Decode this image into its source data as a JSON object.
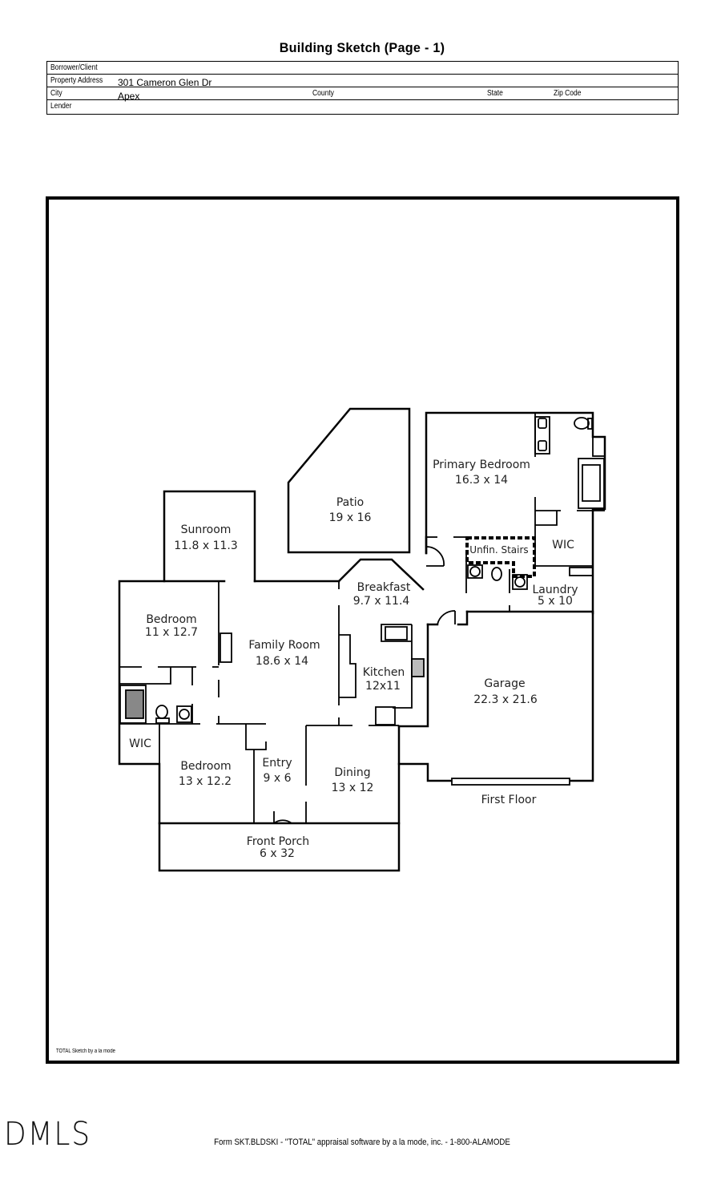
{
  "header": {
    "title": "Building Sketch (Page - 1)"
  },
  "info": {
    "borrower_label": "Borrower/Client",
    "borrower_value": "",
    "address_label": "Property Address",
    "address_value": "301 Cameron Glen Dr",
    "city_label": "City",
    "city_value": "Apex",
    "county_label": "County",
    "county_value": "",
    "state_label": "State",
    "state_value": "",
    "zip_label": "Zip Code",
    "zip_value": "",
    "lender_label": "Lender",
    "lender_value": ""
  },
  "floor_label": "First Floor",
  "rooms": {
    "patio": {
      "name": "Patio",
      "dims": "19 x 16"
    },
    "primary_bedroom": {
      "name": "Primary Bedroom",
      "dims": "16.3 x 14"
    },
    "sunroom": {
      "name": "Sunroom",
      "dims": "11.8 x 11.3"
    },
    "unfin_stairs": {
      "name": "Unfin. Stairs"
    },
    "wic_primary": {
      "name": "WIC"
    },
    "breakfast": {
      "name": "Breakfast",
      "dims": "9.7 x 11.4"
    },
    "laundry": {
      "name": "Laundry",
      "dims": "5 x 10"
    },
    "bedroom_1": {
      "name": "Bedroom",
      "dims": "11 x 12.7"
    },
    "family_room": {
      "name": "Family Room",
      "dims": "18.6 x 14"
    },
    "kitchen": {
      "name": "Kitchen",
      "dims": "12x11"
    },
    "garage": {
      "name": "Garage",
      "dims": "22.3 x 21.6"
    },
    "wic_bedroom": {
      "name": "WIC"
    },
    "bedroom_2": {
      "name": "Bedroom",
      "dims": "13 x 12.2"
    },
    "entry": {
      "name": "Entry",
      "dims": "9 x 6"
    },
    "dining": {
      "name": "Dining",
      "dims": "13 x 12"
    },
    "front_porch": {
      "name": "Front Porch",
      "dims": "6 x 32"
    }
  },
  "sketch_note": "TOTAL Sketch by a la mode",
  "footer": {
    "form_text": "Form SKT.BLDSKI - \"TOTAL\" appraisal software by a la mode, inc. - 1-800-ALAMODE",
    "logo_text": "DMLS"
  }
}
